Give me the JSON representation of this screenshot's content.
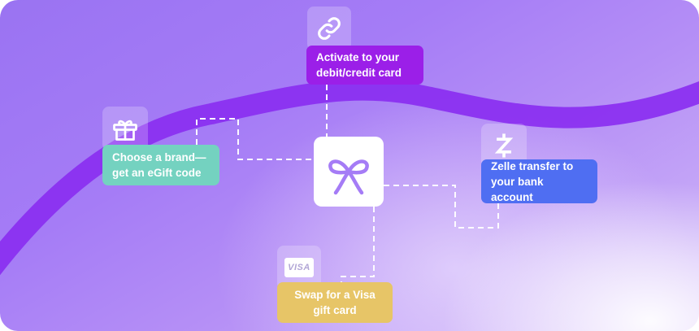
{
  "nodes": {
    "activate": {
      "line1": "Activate to your",
      "line2": "debit/credit card",
      "icon": "link-icon",
      "color": "#9b1fe8"
    },
    "brand": {
      "line1": "Choose a brand—",
      "line2": "get an eGift code",
      "icon": "gift-icon",
      "color": "#74d2c0"
    },
    "zelle": {
      "line1": "Zelle transfer to",
      "line2": "your bank account",
      "icon": "zelle-icon",
      "color": "#4f6ef2"
    },
    "visa": {
      "line1": "Swap for a Visa",
      "line2": "gift card",
      "icon": "visa-icon",
      "icon_text": "VISA",
      "color": "#e7c567"
    }
  },
  "center": {
    "icon": "gift-ribbon-icon"
  },
  "colors": {
    "ribbon": "#8a2ef0",
    "background": "#a57cf6"
  }
}
